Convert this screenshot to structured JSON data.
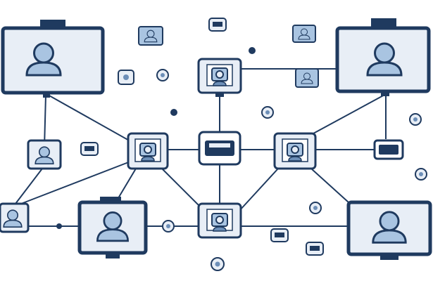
{
  "diagram": {
    "kind": "network",
    "colors": {
      "dark": "#1f3a5f",
      "mid": "#6d8fb8",
      "light": "#a9c4e1",
      "screen": "#e8eef6",
      "background": "#ffffff"
    },
    "nodes": [
      {
        "id": "monitor-top-left",
        "type": "large-monitor",
        "icon": "user-icon"
      },
      {
        "id": "monitor-top-right",
        "type": "large-monitor",
        "icon": "user-icon"
      },
      {
        "id": "monitor-bottom-center",
        "type": "large-monitor",
        "icon": "user-icon"
      },
      {
        "id": "monitor-bottom-right",
        "type": "large-monitor",
        "icon": "user-icon"
      },
      {
        "id": "camera-top-center",
        "type": "device",
        "icon": "webcam-user-icon"
      },
      {
        "id": "camera-left",
        "type": "device",
        "icon": "webcam-user-icon"
      },
      {
        "id": "camera-right",
        "type": "device",
        "icon": "webcam-user-icon"
      },
      {
        "id": "camera-bottom-center",
        "type": "device",
        "icon": "webcam-user-icon"
      },
      {
        "id": "switch-center",
        "type": "hub",
        "icon": "switch-icon"
      },
      {
        "id": "small-user-left",
        "type": "small-device",
        "icon": "user-icon"
      },
      {
        "id": "small-user-far-left",
        "type": "small-device",
        "icon": "user-icon"
      },
      {
        "id": "switch-right",
        "type": "small-device",
        "icon": "switch-icon"
      }
    ],
    "links": [
      [
        "monitor-top-left",
        "camera-left"
      ],
      [
        "monitor-top-left",
        "small-user-left"
      ],
      [
        "camera-top-center",
        "monitor-top-right"
      ],
      [
        "camera-top-center",
        "switch-center"
      ],
      [
        "camera-left",
        "switch-center"
      ],
      [
        "switch-center",
        "camera-right"
      ],
      [
        "camera-right",
        "monitor-top-right"
      ],
      [
        "camera-right",
        "switch-right"
      ],
      [
        "camera-left",
        "camera-bottom-center"
      ],
      [
        "switch-center",
        "camera-bottom-center"
      ],
      [
        "camera-right",
        "camera-bottom-center"
      ],
      [
        "camera-right",
        "monitor-bottom-right"
      ],
      [
        "camera-left",
        "small-user-far-left"
      ],
      [
        "small-user-left",
        "small-user-far-left"
      ],
      [
        "small-user-far-left",
        "monitor-bottom-center"
      ],
      [
        "camera-bottom-center",
        "monitor-bottom-right"
      ],
      [
        "monitor-bottom-center",
        "camera-bottom-center"
      ],
      [
        "small-user-far-left",
        "camera-bottom-center"
      ]
    ]
  }
}
